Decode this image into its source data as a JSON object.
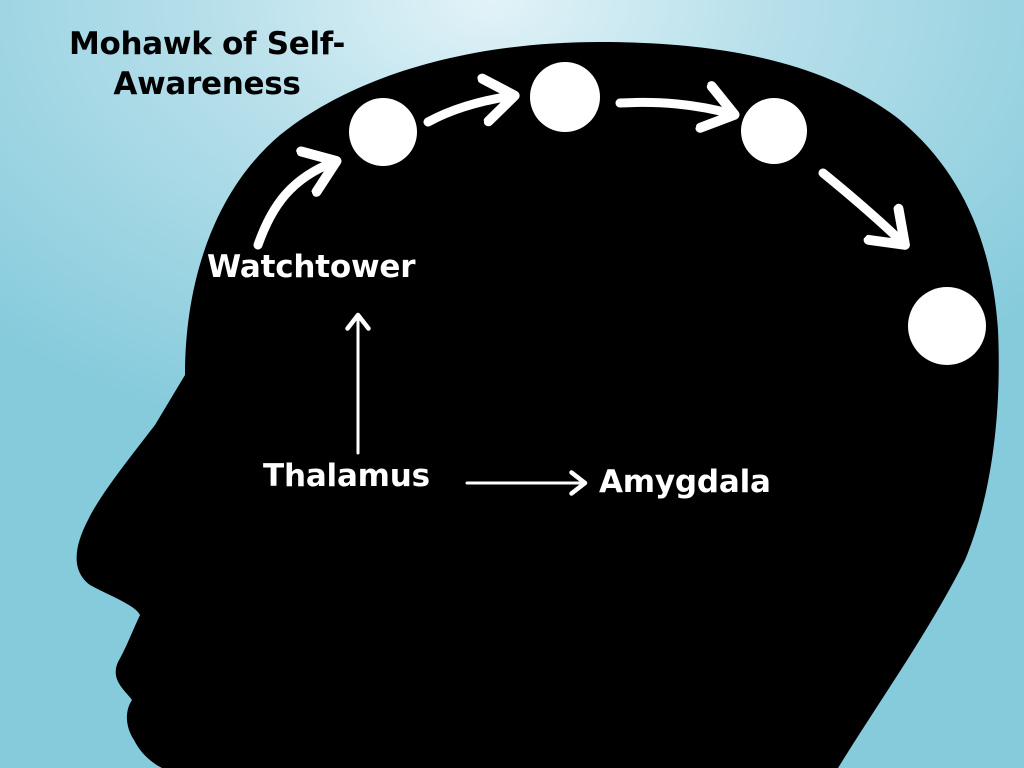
{
  "title": "Mohawk of Self-Awareness",
  "labels": {
    "watchtower": "Watchtower",
    "thalamus": "Thalamus",
    "amygdala": "Amygdala"
  },
  "colors": {
    "background": "#a5d8e6",
    "head": "#000000",
    "markers": "#ffffff",
    "title_text": "#000000",
    "label_text": "#ffffff"
  },
  "icons": {
    "head": "head-silhouette-icon",
    "markers": "circle-icon",
    "arrows": "arrow-icon"
  }
}
